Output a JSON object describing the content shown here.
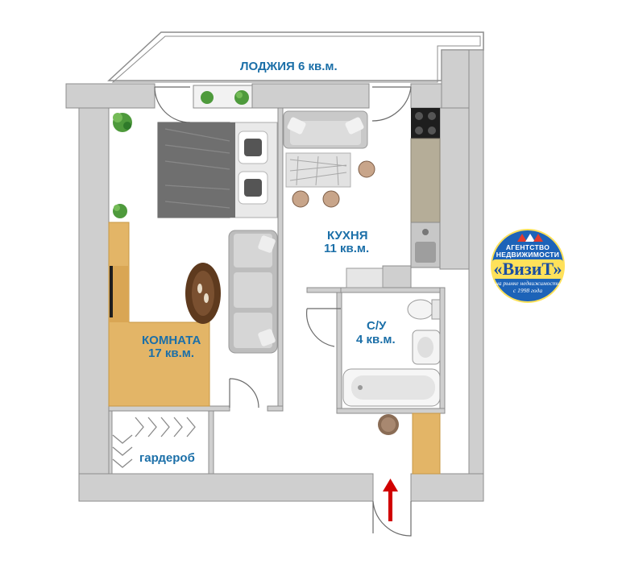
{
  "rooms": {
    "loggia": {
      "label": "ЛОДЖИЯ  6 кв.м."
    },
    "kitchen": {
      "name": "КУХНЯ",
      "area": "11 кв.м."
    },
    "room": {
      "name": "КОМНАТА",
      "area": "17 кв.м."
    },
    "bathroom": {
      "name": "С/У",
      "area": "4 кв.м."
    },
    "wardrobe": {
      "label": "гардероб"
    }
  },
  "logo": {
    "top_line1": "АГЕНТСТВО",
    "top_line2": "НЕДВИЖИМОСТИ",
    "name": "«ВизиТ»",
    "sub_line1": "на рынке недвижимости",
    "sub_line2": "с 1998 года"
  },
  "colors": {
    "wall": "#cfcfcf",
    "wall_edge": "#8c8c8c",
    "label": "#1b6fa8",
    "wood": "#e3b567",
    "entrance_arrow": "#d10000",
    "logo_bg": "#1d63b8"
  }
}
